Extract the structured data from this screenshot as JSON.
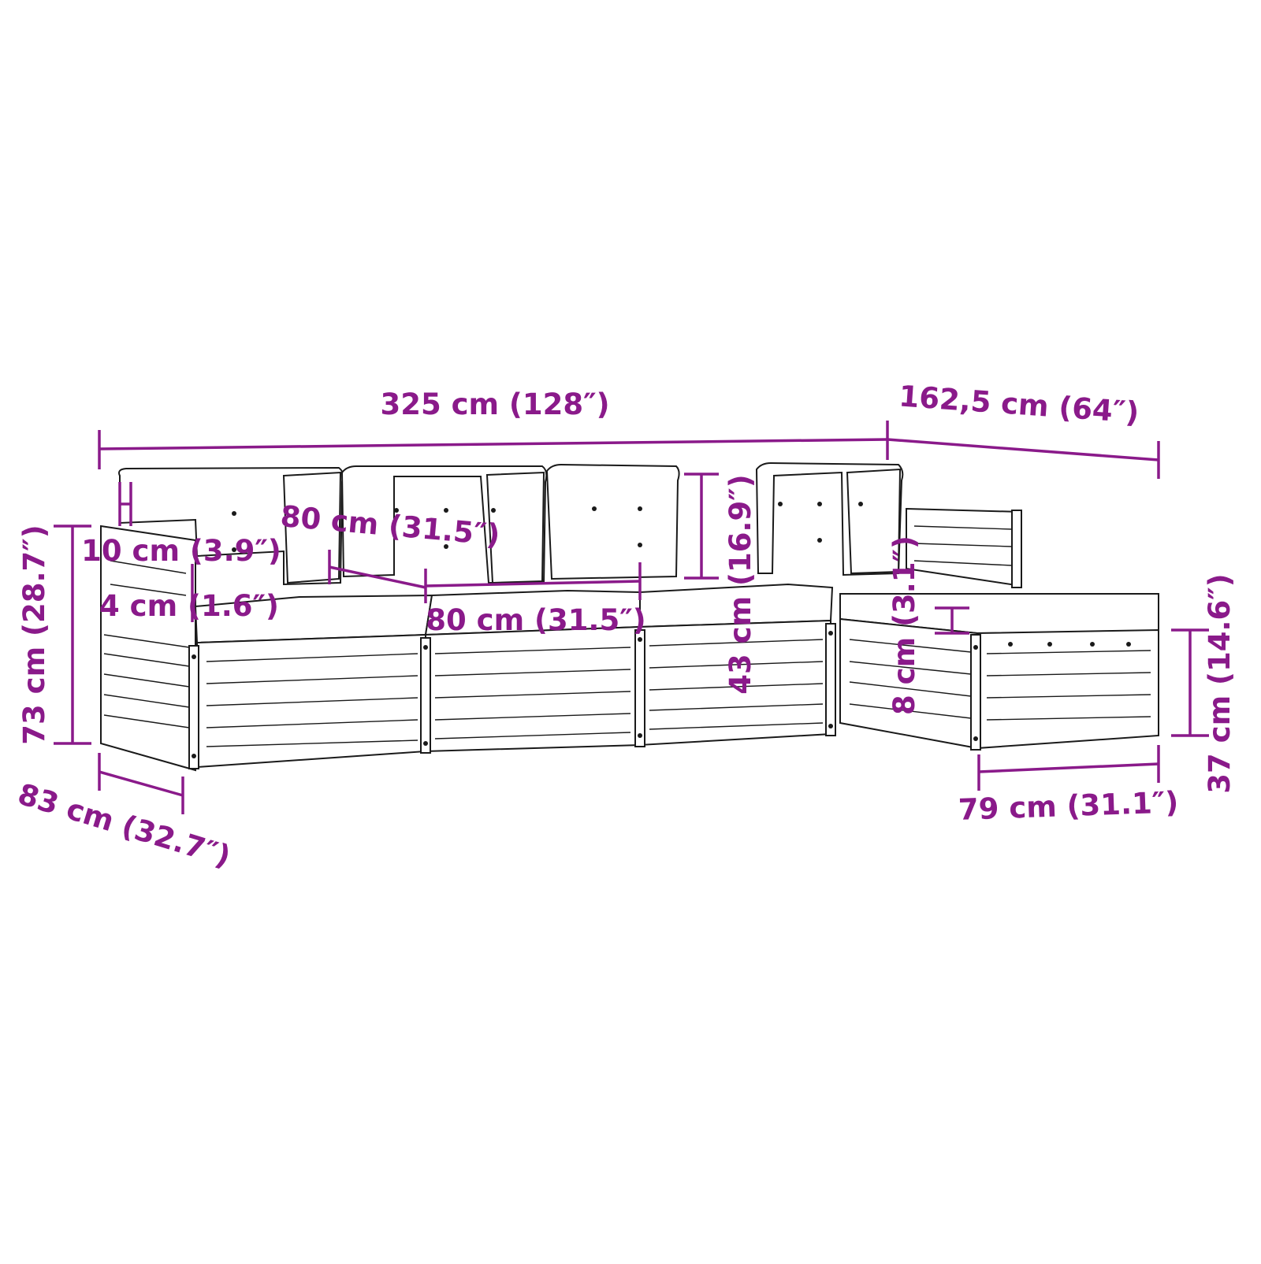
{
  "colors": {
    "dimension": "#8a1a8a",
    "outline": "#1a1a1a",
    "background": "#ffffff"
  },
  "dimensions": {
    "total_width": "325 cm (128″)",
    "ottoman_depth_span": "162,5 cm (64″)",
    "armrest_width": "10 cm (3.9″)",
    "seat_width": "80 cm (31.5″)",
    "cushion_thickness": "4 cm (1.6″)",
    "middle_seat_width": "80 cm (31.5″)",
    "backrest_height": "43 cm (16.9″)",
    "seat_cushion_height": "8 cm (3.1″)",
    "total_height": "73 cm (28.7″)",
    "depth": "83 cm (32.7″)",
    "ottoman_height": "37 cm (14.6″)",
    "ottoman_width": "79 cm (31.1″)"
  }
}
